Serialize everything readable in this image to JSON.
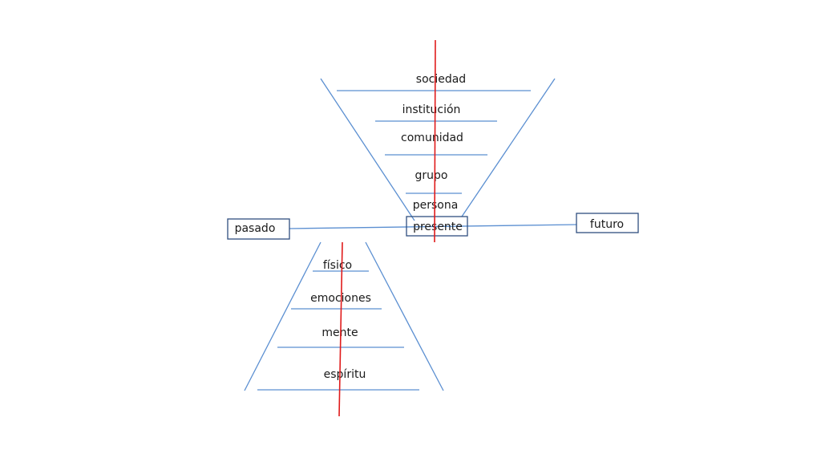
{
  "upper_cone": {
    "levels": [
      "sociedad",
      "institución",
      "comunidad",
      "grupo",
      "persona"
    ]
  },
  "lower_cone": {
    "levels": [
      "físico",
      "emociones",
      "mente",
      "espíritu"
    ]
  },
  "timeline": {
    "past": "pasado",
    "present": "presente",
    "future": "futuro"
  },
  "colors": {
    "line": "#5b8fd1",
    "axis": "#e01b1b",
    "box_border": "#2f4f7f",
    "text": "#1a1a1a"
  }
}
